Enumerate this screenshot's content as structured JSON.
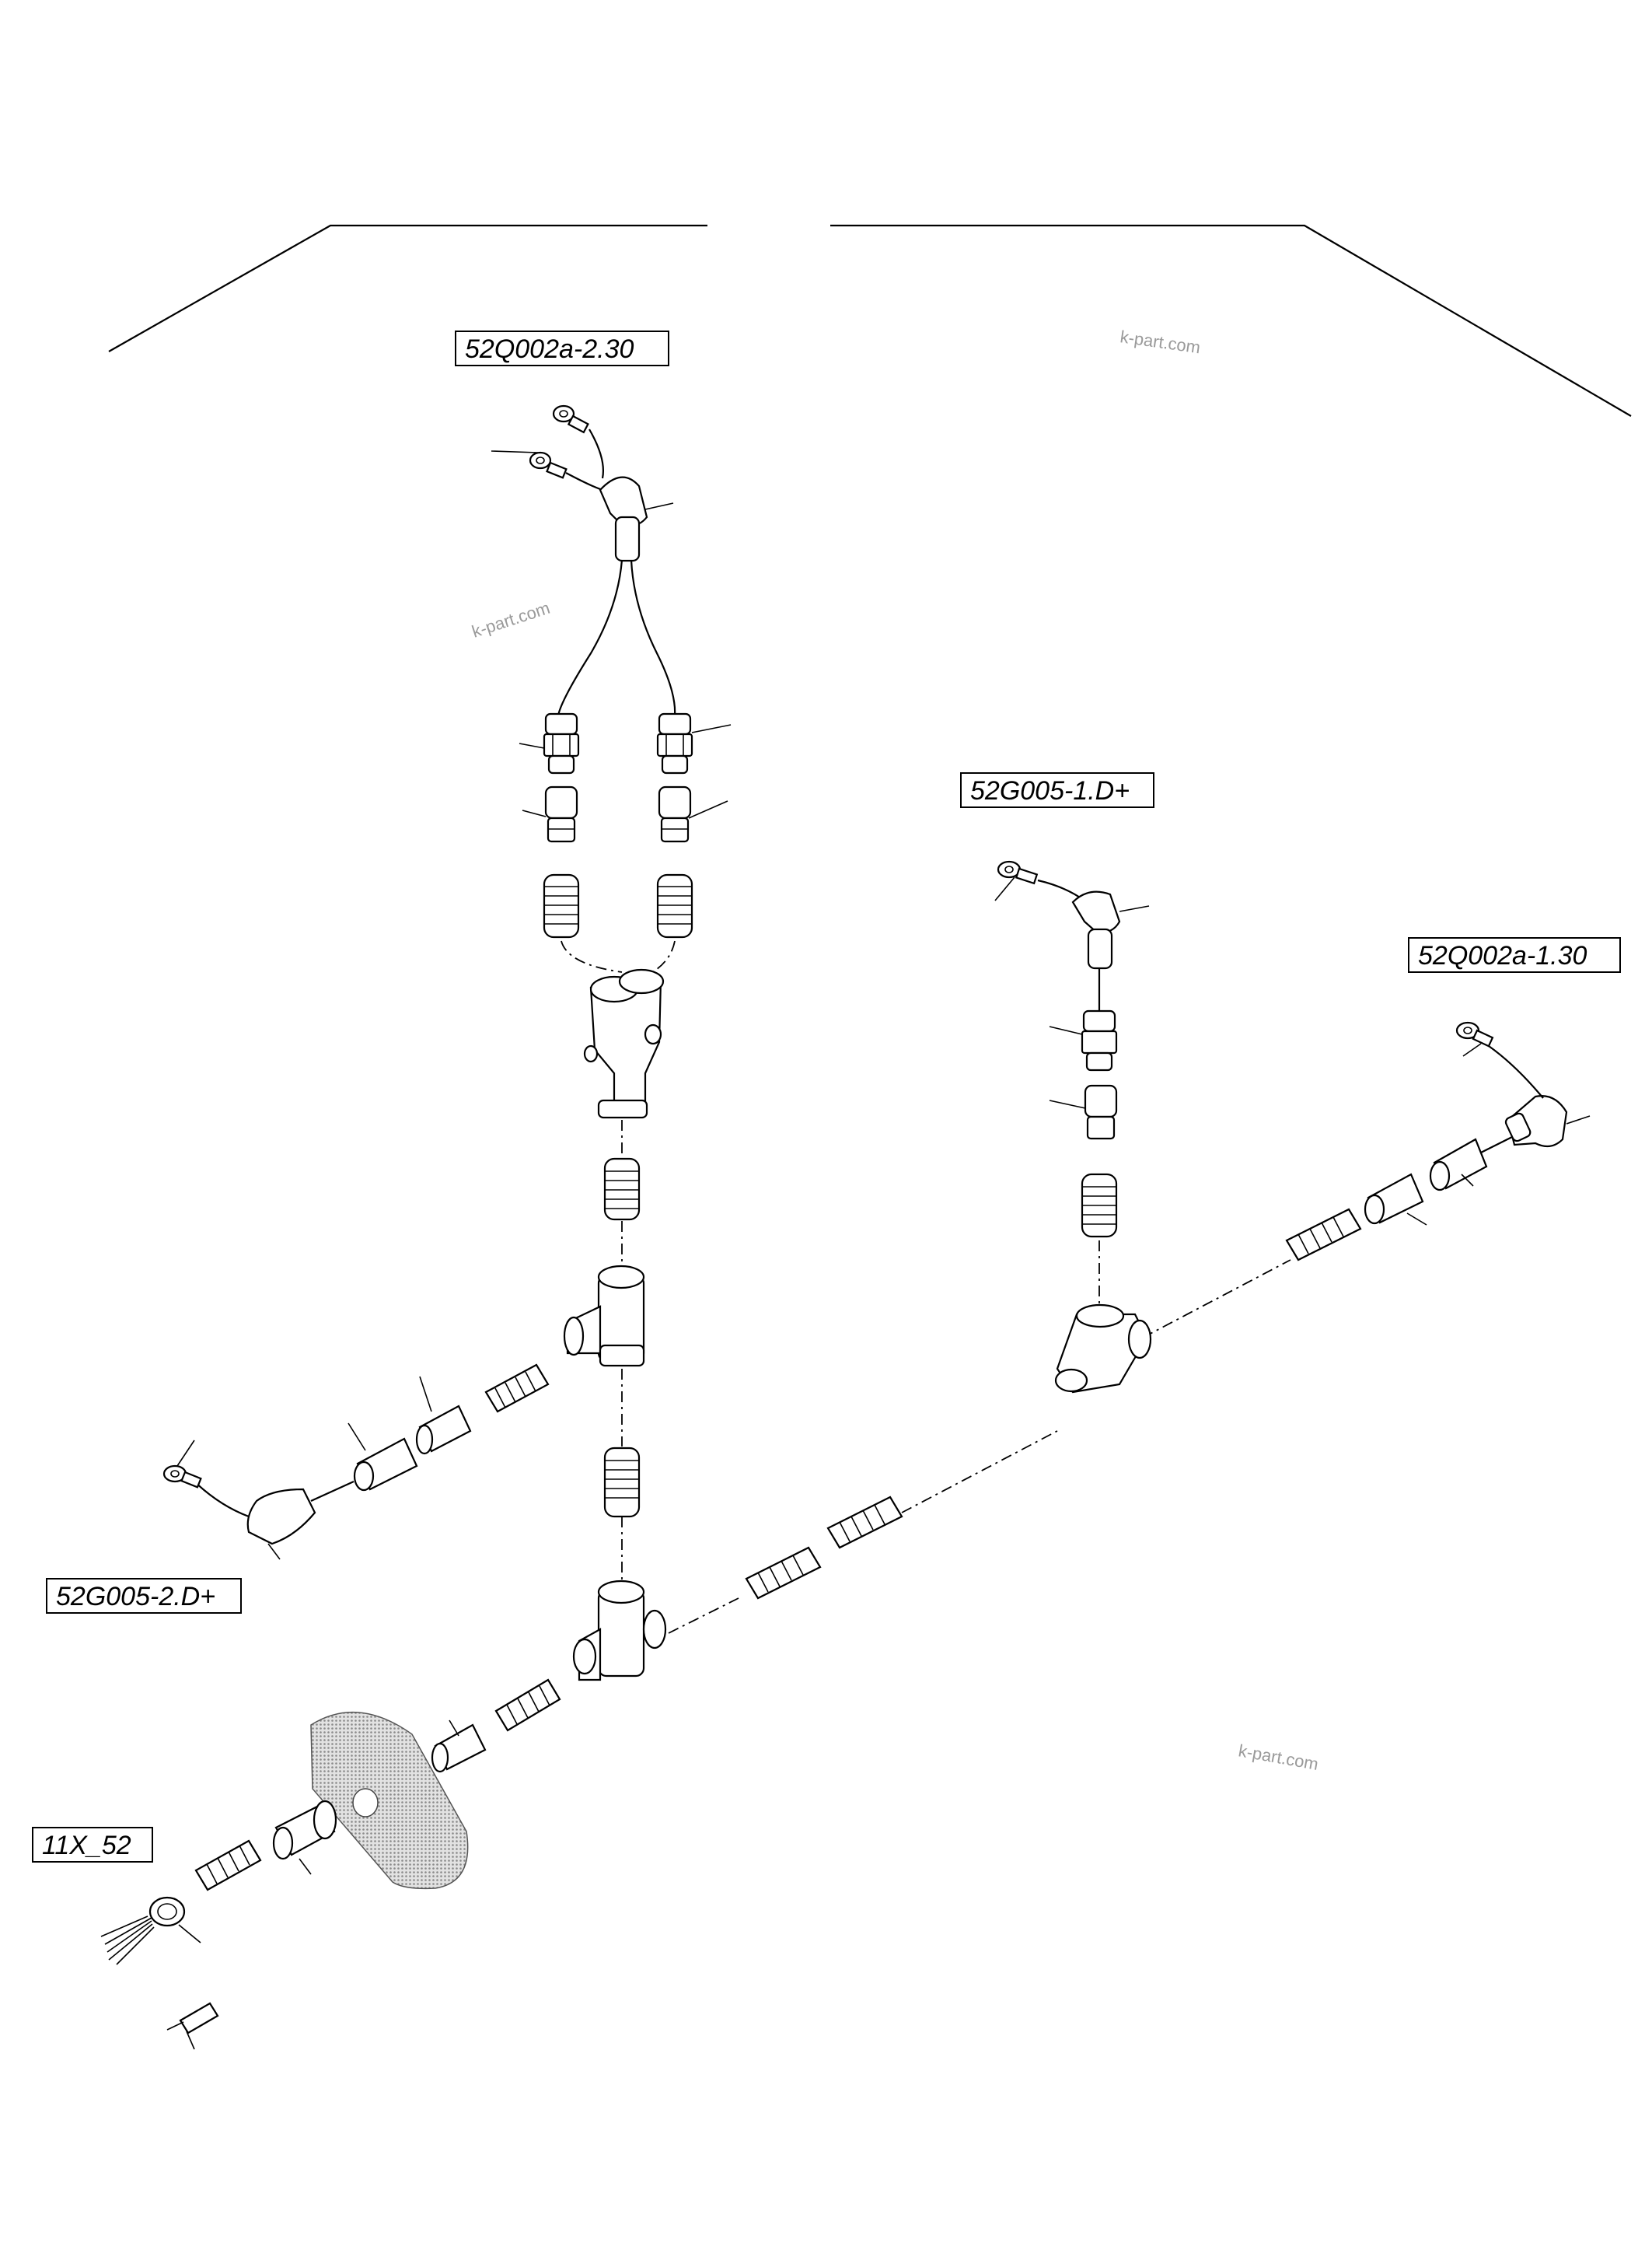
{
  "labels": {
    "top_left": "52Q002a-2.30",
    "middle_right": "52G005-1.D+",
    "far_right": "52Q002a-1.30",
    "left": "52G005-2.D+",
    "bottom_left": "11X_52"
  },
  "watermarks": [
    "k-part.com",
    "k-part.com",
    "k-part.com"
  ],
  "colors": {
    "line": "#000000",
    "background": "#ffffff",
    "gasket": "#bdbdbd",
    "watermark": "#9a9a9a"
  }
}
